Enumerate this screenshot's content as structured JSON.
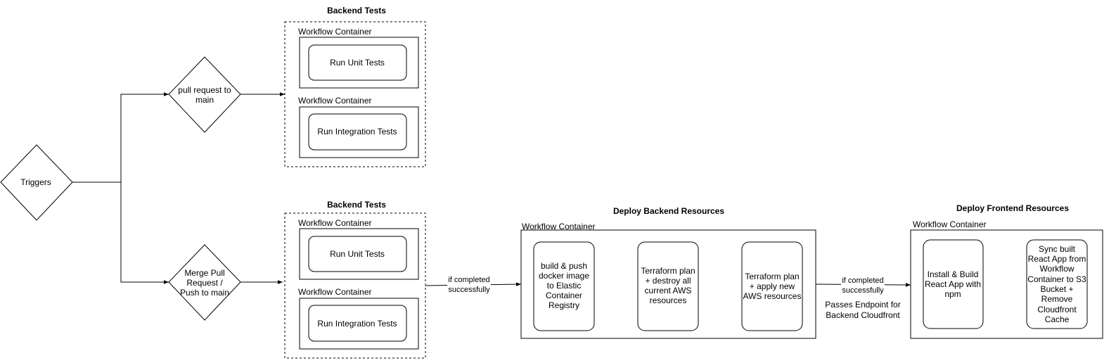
{
  "triggers": {
    "label": "Triggers"
  },
  "decision_pr": {
    "lines": [
      "pull request to",
      "main"
    ]
  },
  "decision_merge": {
    "lines": [
      "Merge Pull",
      "Request /",
      "Push to main"
    ]
  },
  "backend_tests_top": {
    "title": "Backend Tests",
    "container1": {
      "label": "Workflow Container",
      "step": "Run Unit Tests"
    },
    "container2": {
      "label": "Workflow Container",
      "step": "Run Integration Tests"
    }
  },
  "backend_tests_bottom": {
    "title": "Backend Tests",
    "container1": {
      "label": "Workflow Container",
      "step": "Run Unit Tests"
    },
    "container2": {
      "label": "Workflow Container",
      "step": "Run Integration Tests"
    }
  },
  "edge_label_1": {
    "lines": [
      "if completed",
      "successfully"
    ]
  },
  "deploy_backend": {
    "title": "Deploy Backend Resources",
    "container_label": "Workflow Container",
    "step1": {
      "lines": [
        "build & push",
        "docker image",
        "to Elastic",
        "Container",
        "Registry"
      ]
    },
    "step2": {
      "lines": [
        "Terraform plan",
        "+ destroy all",
        "current AWS",
        "resources"
      ]
    },
    "step3": {
      "lines": [
        "Terraform plan",
        "+ apply new",
        "AWS resources"
      ]
    }
  },
  "edge_label_2": {
    "lines": [
      "if completed",
      "successfully"
    ]
  },
  "passes_endpoint": {
    "lines": [
      "Passes Endpoint for",
      "Backend Cloudfront"
    ]
  },
  "deploy_frontend": {
    "title": "Deploy Frontend Resources",
    "container_label": "Workflow Container",
    "step1": {
      "lines": [
        "Install & Build",
        "React App with",
        "npm"
      ]
    },
    "step2": {
      "lines": [
        "Sync built",
        "React App from",
        "Workflow",
        "Container to S3",
        "Bucket +",
        "Remove",
        "Cloudfront",
        "Cache"
      ]
    }
  }
}
